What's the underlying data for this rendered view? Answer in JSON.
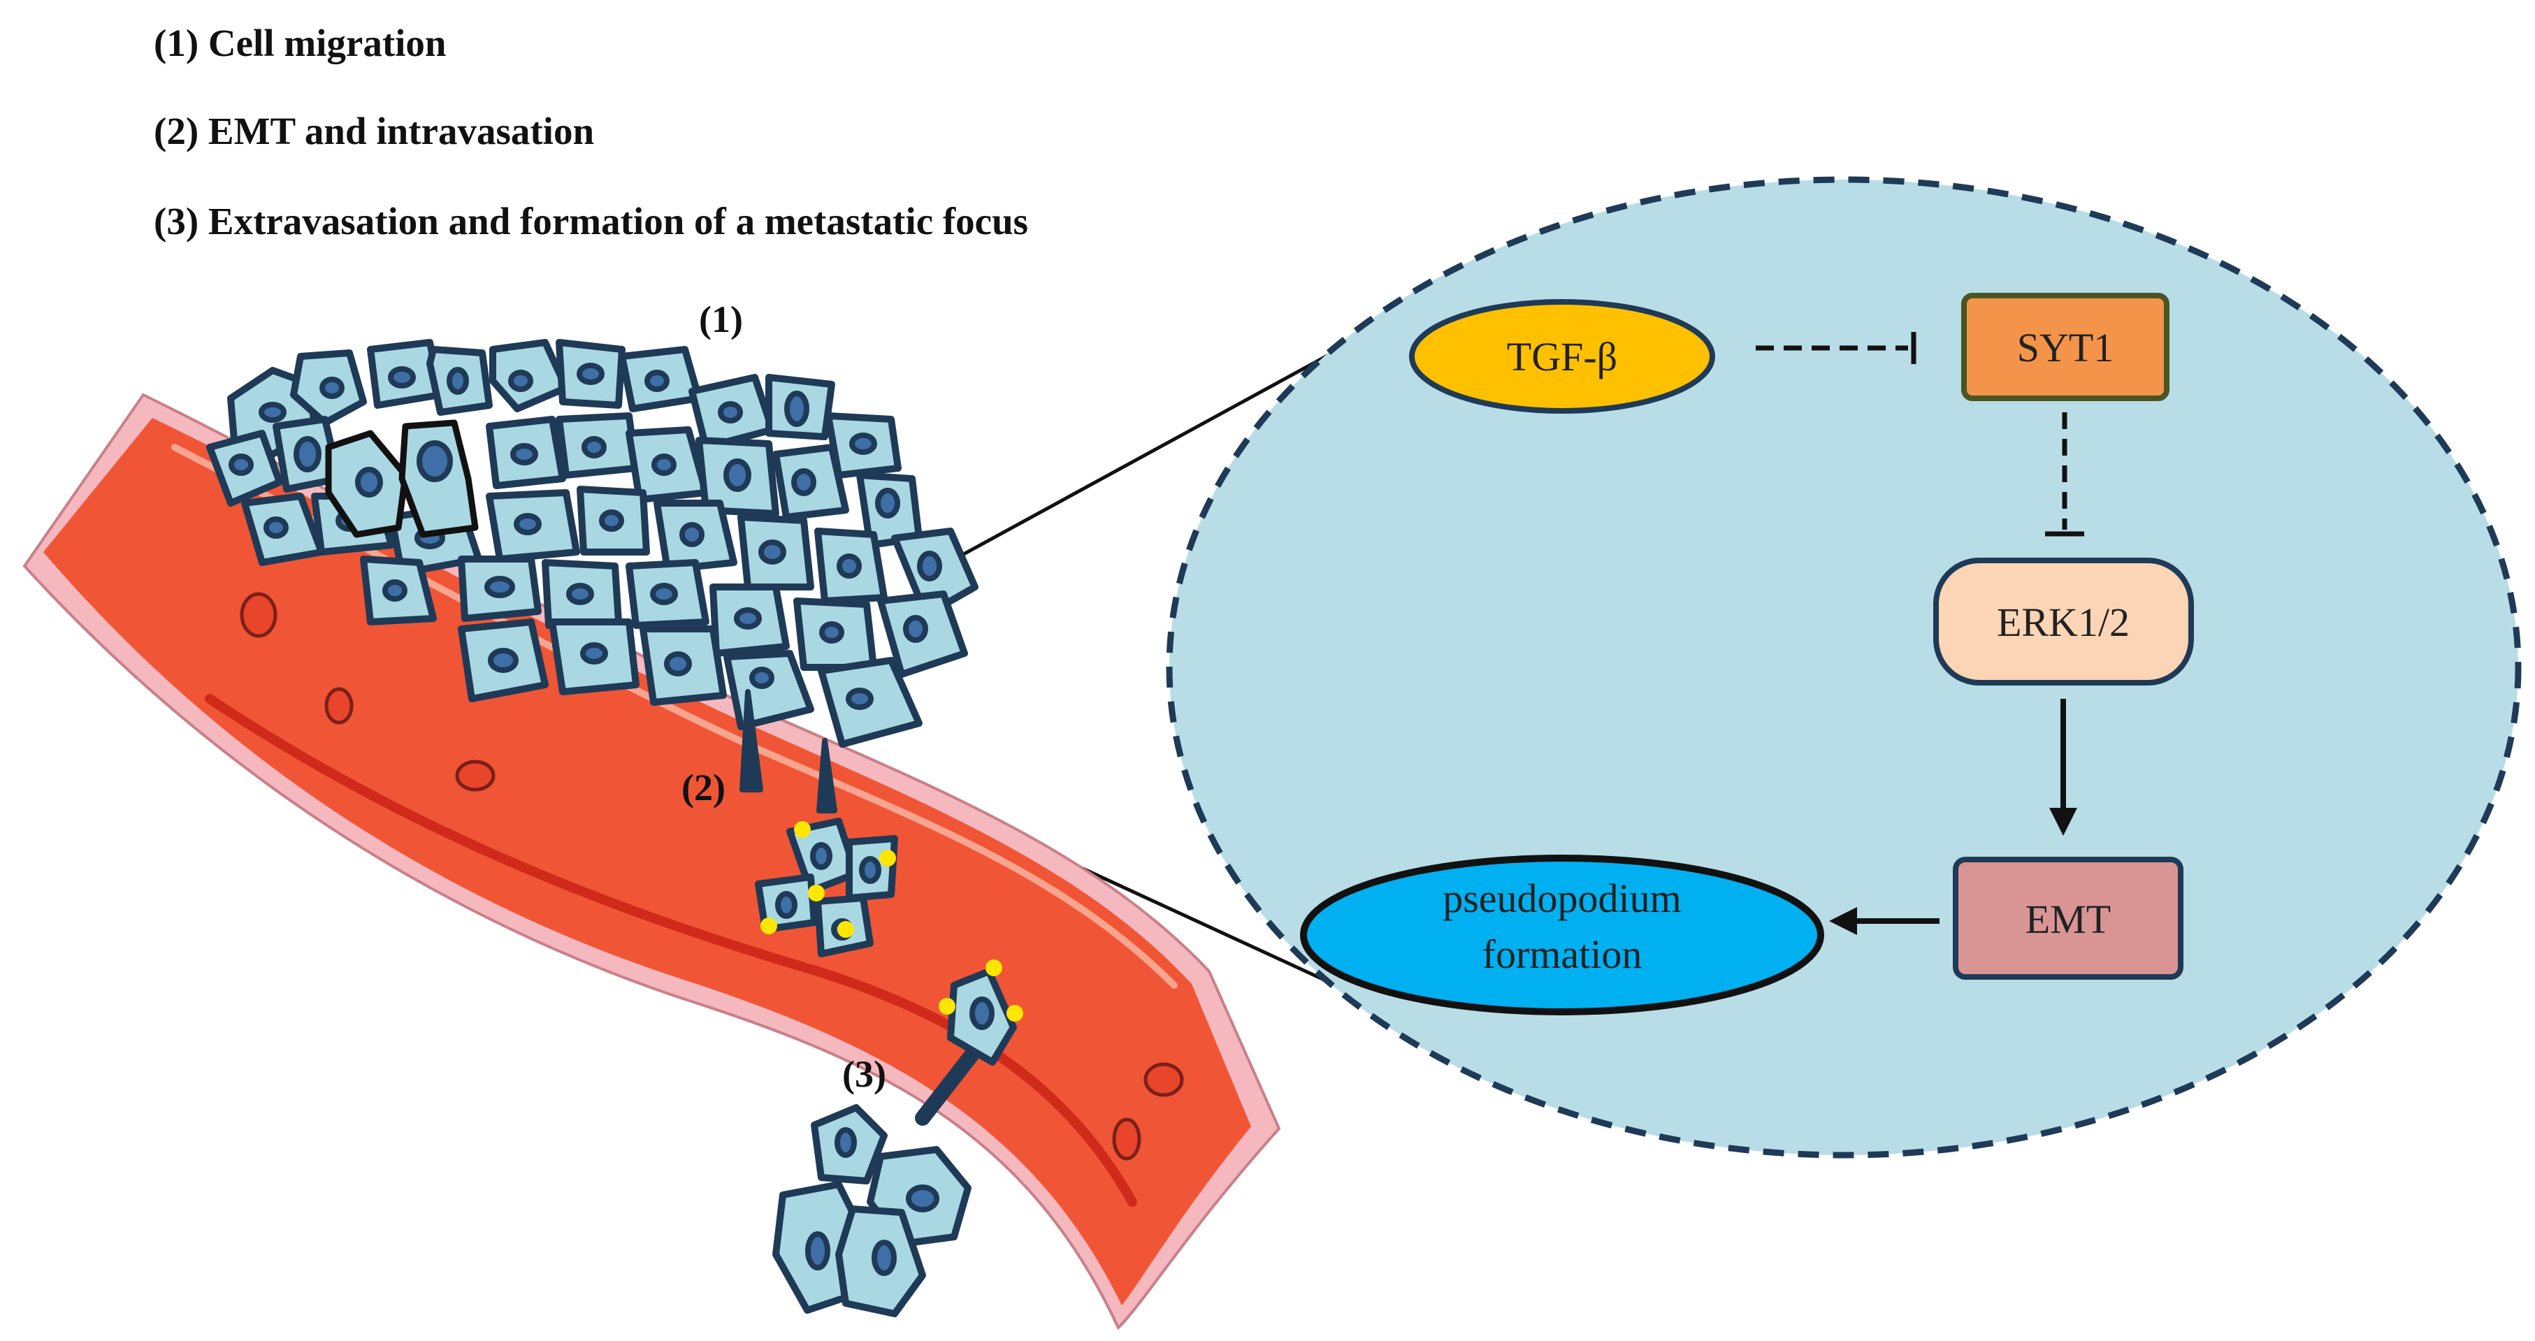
{
  "legend": [
    "(1)  Cell migration",
    "(2)  EMT and intravasation",
    "(3)  Extravasation and formation of  a metastatic focus"
  ],
  "stage_labels": {
    "s1": "(1)",
    "s2": "(2)",
    "s3": "(3)"
  },
  "pathway": {
    "tgfb": "TGF-β",
    "syt1": "SYT1",
    "erk": "ERK1/2",
    "emt": "EMT",
    "pseudo_line1": "pseudopodium",
    "pseudo_line2": "formation"
  },
  "colors": {
    "zoom_fill": "#b8dde7",
    "outline": "#1f3a56",
    "tgfb": "#ffc000",
    "syt1": "#f4944a",
    "erk": "#fbd5b5",
    "emt": "#d99594",
    "pseudo": "#00b0f0",
    "vessel": "#f05536",
    "vessel_wall": "#f6b8bf",
    "cell": "#a9d8e3",
    "nucleus": "#3e6fa7",
    "marker": "#ffe600"
  },
  "icons": {
    "inhibit_horizontal": "inhibition-arrow",
    "inhibit_vertical": "inhibition-arrow",
    "activate": "activation-arrow"
  }
}
